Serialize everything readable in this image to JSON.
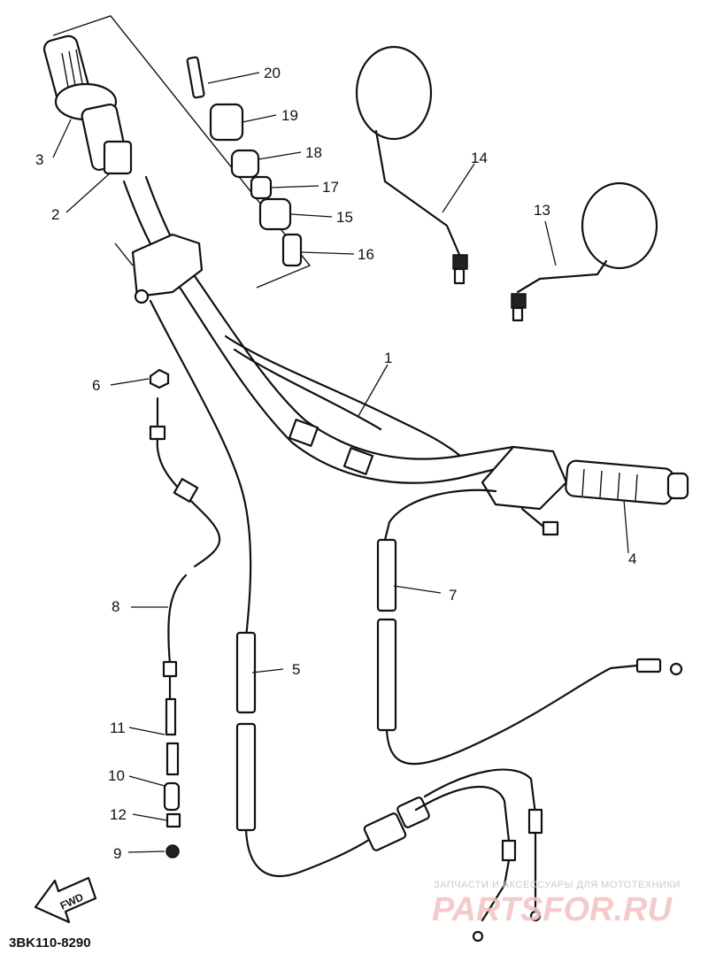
{
  "diagram_code": "3BK110-8290",
  "fwd_label": "FWD",
  "watermark": {
    "caption": "ЗАПЧАСТИ И АКСЕССУАРЫ ДЛЯ МОТОТЕХНИКИ",
    "brand": "PARTSFOR.RU"
  },
  "callouts": [
    "1",
    "2",
    "3",
    "4",
    "5",
    "6",
    "7",
    "8",
    "9",
    "10",
    "11",
    "12",
    "13",
    "14",
    "15",
    "16",
    "17",
    "18",
    "19",
    "20"
  ]
}
